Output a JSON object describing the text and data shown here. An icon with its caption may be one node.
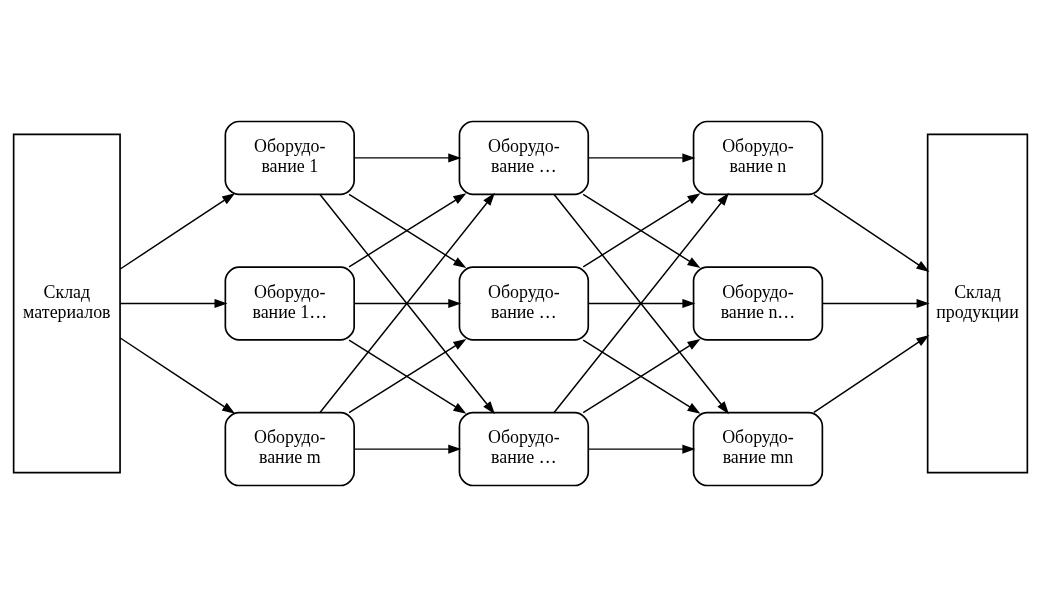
{
  "diagram": {
    "nodes": [
      {
        "text": [
          "Склад материалов"
        ]
      },
      {
        "text": [
          "Оборудо- вание 1"
        ]
      },
      {
        "text": [
          "Оборудо- вание 1…"
        ]
      },
      {
        "text": [
          "Оборудо- вание m"
        ]
      },
      {
        "text": [
          "Оборудо- вание …"
        ]
      },
      {
        "text": [
          "Оборудо- вание …"
        ]
      },
      {
        "text": [
          "Оборудо- вание …"
        ]
      },
      {
        "text": [
          "Оборудо- вание n"
        ]
      },
      {
        "text": [
          "Оборудо- вание n…"
        ]
      },
      {
        "text": [
          "Оборудо- вание mn"
        ]
      },
      {
        "text": [
          "Склад продукции"
        ]
      }
    ],
    "edges": [
      {
        "from": 0,
        "to": 1,
        "arrow": "to"
      },
      {
        "from": 0,
        "to": 2,
        "arrow": "to"
      },
      {
        "from": 0,
        "to": 3,
        "arrow": "to"
      },
      {
        "from": 1,
        "to": 4,
        "arrow": "to"
      },
      {
        "from": 1,
        "to": 5,
        "arrow": "to"
      },
      {
        "from": 1,
        "to": 6,
        "arrow": "to"
      },
      {
        "from": 2,
        "to": 4,
        "arrow": "to"
      },
      {
        "from": 2,
        "to": 5,
        "arrow": "to"
      },
      {
        "from": 2,
        "to": 6,
        "arrow": "to"
      },
      {
        "from": 3,
        "to": 4,
        "arrow": "to"
      },
      {
        "from": 3,
        "to": 5,
        "arrow": "to"
      },
      {
        "from": 3,
        "to": 6,
        "arrow": "to"
      },
      {
        "from": 4,
        "to": 7,
        "arrow": "to"
      },
      {
        "from": 4,
        "to": 8,
        "arrow": "to"
      },
      {
        "from": 4,
        "to": 9,
        "arrow": "to"
      },
      {
        "from": 5,
        "to": 7,
        "arrow": "to"
      },
      {
        "from": 5,
        "to": 8,
        "arrow": "to"
      },
      {
        "from": 5,
        "to": 9,
        "arrow": "to"
      },
      {
        "from": 6,
        "to": 7,
        "arrow": "to"
      },
      {
        "from": 6,
        "to": 8,
        "arrow": "to"
      },
      {
        "from": 6,
        "to": 9,
        "arrow": "to"
      },
      {
        "from": 7,
        "to": 10,
        "arrow": "to"
      },
      {
        "from": 8,
        "to": 10,
        "arrow": "to"
      },
      {
        "from": 9,
        "to": 10,
        "arrow": "to"
      }
    ]
  }
}
